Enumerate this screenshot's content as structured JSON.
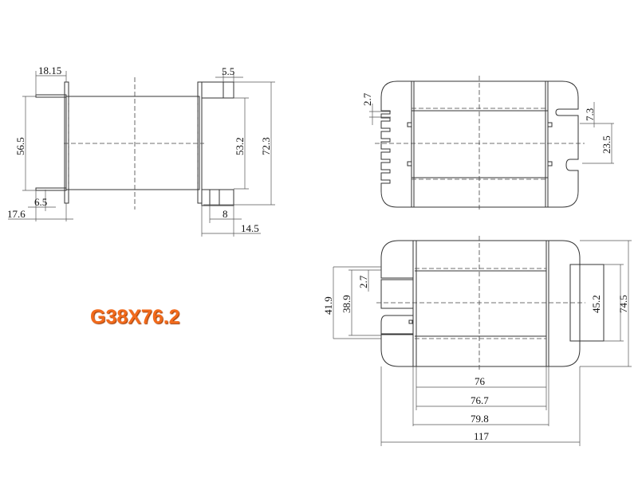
{
  "title": "G38X76.2",
  "side_view": {
    "d_flange_tab": "18.15",
    "d_tab_width": "5.5",
    "d_height_inner": "56.5",
    "d_body": "53.2",
    "d_total": "72.3",
    "d_pin": "6.5",
    "d_pin_offset": "17.6",
    "d_pin_spacing": "8",
    "d_pin_offset_right": "14.5"
  },
  "top_view": {
    "d_slot": "2.7",
    "d_notch": "7.3",
    "d_notch_spacing": "23.5"
  },
  "bottom_view": {
    "d_outer": "41.9",
    "d_inner": "38.9",
    "d_slot": "2.7",
    "d_tab": "45.2",
    "d_height": "74.5",
    "d_w1": "76",
    "d_w2": "76.7",
    "d_w3": "79.8",
    "d_w4": "117"
  }
}
